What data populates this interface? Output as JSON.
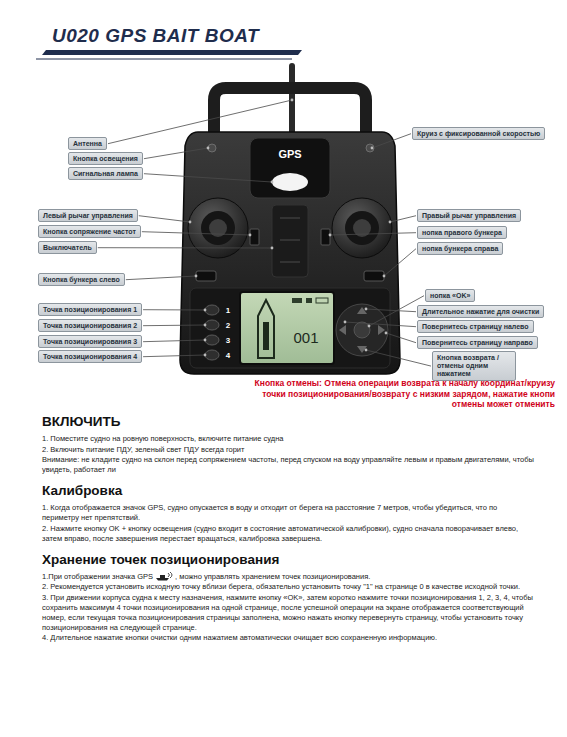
{
  "diagram": {
    "title": "U020 GPS BAIT BOAT",
    "nodes": [
      {
        "text": [
          "Круиз с фиксированной скоростью"
        ]
      },
      {
        "text": [
          "Антенна"
        ]
      },
      {
        "text": [
          "Кнопка освещения"
        ]
      },
      {
        "text": [
          "Сигнальная лампа"
        ]
      },
      {
        "text": [
          "Левый рычаг управления"
        ]
      },
      {
        "text": [
          "Правый рычаг управления"
        ]
      },
      {
        "text": [
          "Кнопка сопряжение частот"
        ]
      },
      {
        "text": [
          "нопка правого бункера"
        ]
      },
      {
        "text": [
          "Выключатель"
        ]
      },
      {
        "text": [
          "нопка бункера справа"
        ]
      },
      {
        "text": [
          "Кнопка бункера слево"
        ]
      },
      {
        "text": [
          "нопка «OK»"
        ]
      },
      {
        "text": [
          "Точка позиционирования 1"
        ]
      },
      {
        "text": [
          "Длительное нажатие для очистки"
        ]
      },
      {
        "text": [
          "Точка позиционирования 2"
        ]
      },
      {
        "text": [
          "Повернитесь страницу налево"
        ]
      },
      {
        "text": [
          "Точка позиционирования 3"
        ]
      },
      {
        "text": [
          "Повернитесь страницу направо"
        ]
      },
      {
        "text": [
          "Точка позиционирования 4"
        ]
      },
      {
        "text": [
          "Кнопка возврата /отмены одним нажатием"
        ]
      }
    ],
    "labels": [
      "GPS",
      "1",
      "2",
      "3",
      "4",
      "001",
      "Кнопка отмены: Отмена операции возврата к началу координат/круизу точки позиционирования/возврату с низким зарядом, нажатие кнопи отмены может отменить",
      "ВКЛЮЧИТЬ",
      "1. Поместите судно на ровную поверхность, включите питание судна",
      "2. Включить питание ПДУ, зеленый свет ПДУ всегда горит",
      "Внимание: не кладите судно на склон перед сопряжением частоты, перед спуском на воду управляйте левым и правым двигателями, чтобы увидеть, работает ли",
      "Калибровка",
      "1. Когда отображается значок GPS, судно опускается в воду и отходит от берега на расстояние 7 метров, чтобы убедиться, что по периметру нет препятствий.",
      "2. Нажмите кнопку OK + кнопку освещения (судно входит в состояние автоматической калибровки), судно сначала поворачивает влево, затем вправо, после завершения перестает вращаться, калибровка завершена.",
      "Хранение точек позиционирования",
      "1.При отображении значка GPS",
      ", можно управлять хранением точек позиционирования.",
      "2. Рекомендуется установить исходную точку вблизи берега, обязательно установить точку \"1\" на странице 0 в качестве исходной точки.",
      "3. При движении корпуса судна к месту назначения, нажмите кнопку «OK», затем коротко нажмите точки позиционирования 1, 2, 3, 4, чтобы сохранить максимум 4 точки позиционирования на одной странице, после успешной операции на экране отображается соответствующий номер, если текущая точка позиционирования страницы заполнена, можно нажать кнопку перевернуть страницу, чтобы установить точку позиционирования на следующей странице.",
      "4. Длительное нажатие кнопки очистки одним нажатием автоматически очищает всю сохраненную информацию."
    ]
  }
}
